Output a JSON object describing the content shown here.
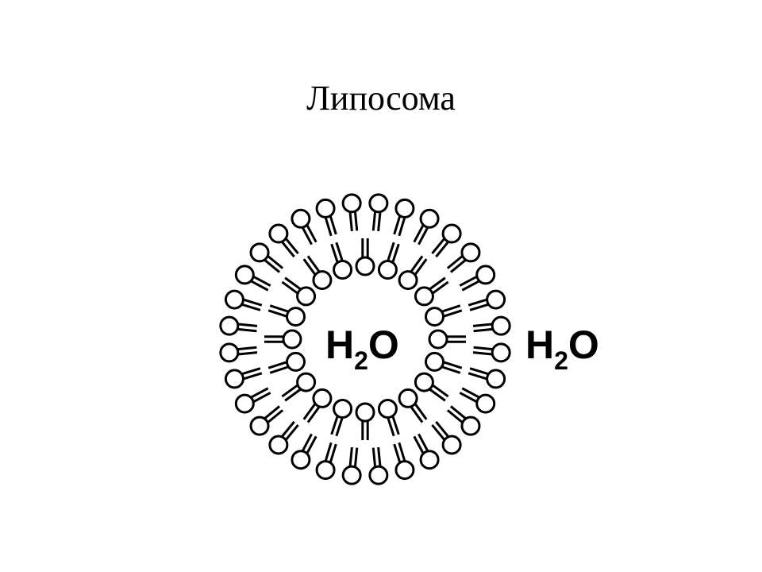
{
  "slide": {
    "title": "Липосома"
  },
  "diagram": {
    "type": "liposome",
    "molecule": "phospholipid",
    "outer_layer_count": 32,
    "inner_layer_count": 20,
    "labels": {
      "inner": {
        "base": "H",
        "sub": "2",
        "tail": "O"
      },
      "outer": {
        "base": "H",
        "sub": "2",
        "tail": "O"
      }
    },
    "colors": {
      "line": "#000000",
      "background": "#ffffff"
    }
  }
}
